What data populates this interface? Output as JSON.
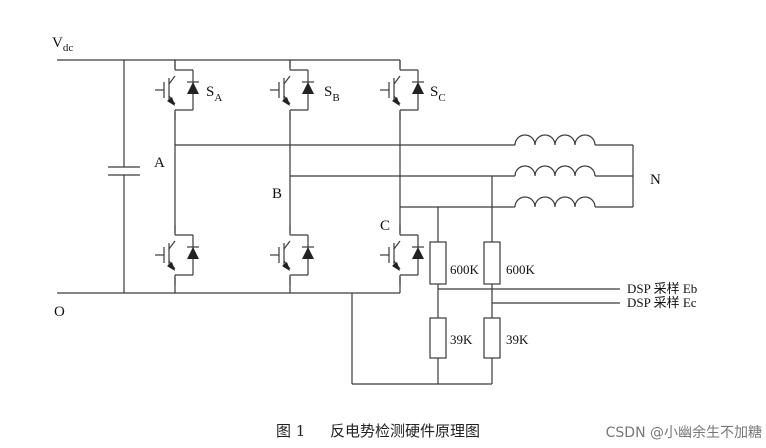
{
  "labels": {
    "vdc_main": "V",
    "vdc_sub": "dc",
    "ground": "O",
    "switch_a_main": "S",
    "switch_a_sub": "A",
    "switch_b_main": "S",
    "switch_b_sub": "B",
    "switch_c_main": "S",
    "switch_c_sub": "C",
    "node_a": "A",
    "node_b": "B",
    "node_c": "C",
    "neutral": "N"
  },
  "resistors": {
    "upper_left": "600K",
    "upper_right": "600K",
    "lower_left": "39K",
    "lower_right": "39K"
  },
  "outputs": {
    "eb": "DSP 采样 Eb",
    "ec": "DSP 采样 Ec"
  },
  "caption": {
    "figure": "图 1",
    "title": "反电势检测硬件原理图"
  },
  "watermark": "CSDN @小幽余生不加糖"
}
